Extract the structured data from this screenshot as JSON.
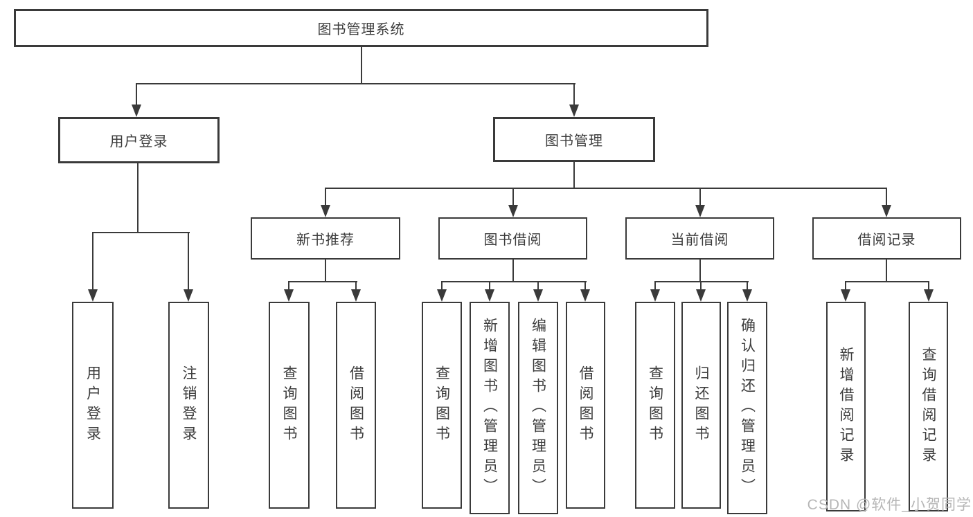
{
  "tree": {
    "label": "图书管理系统",
    "children": [
      {
        "label": "用户登录",
        "children": [
          {
            "label": "用户登录"
          },
          {
            "label": "注销登录"
          }
        ]
      },
      {
        "label": "图书管理",
        "children": [
          {
            "label": "新书推荐",
            "children": [
              {
                "label": "查询图书"
              },
              {
                "label": "借阅图书"
              }
            ]
          },
          {
            "label": "图书借阅",
            "children": [
              {
                "label": "查询图书"
              },
              {
                "label": "新增图书（管理员）"
              },
              {
                "label": "编辑图书（管理员）"
              },
              {
                "label": "借阅图书"
              }
            ]
          },
          {
            "label": "当前借阅",
            "children": [
              {
                "label": "查询图书"
              },
              {
                "label": "归还图书"
              },
              {
                "label": "确认归还（管理员）"
              }
            ]
          },
          {
            "label": "借阅记录",
            "children": [
              {
                "label": "新增借阅记录"
              },
              {
                "label": "查询借阅记录"
              }
            ]
          }
        ]
      }
    ]
  },
  "watermark": {
    "text": "CSDN @软件_小贺同学"
  },
  "colors": {
    "line": "#3a3a3a",
    "text": "#3c3c3c",
    "box_fill": "#ffffff",
    "watermark": "#b6b6b6",
    "background": "#ffffff"
  }
}
